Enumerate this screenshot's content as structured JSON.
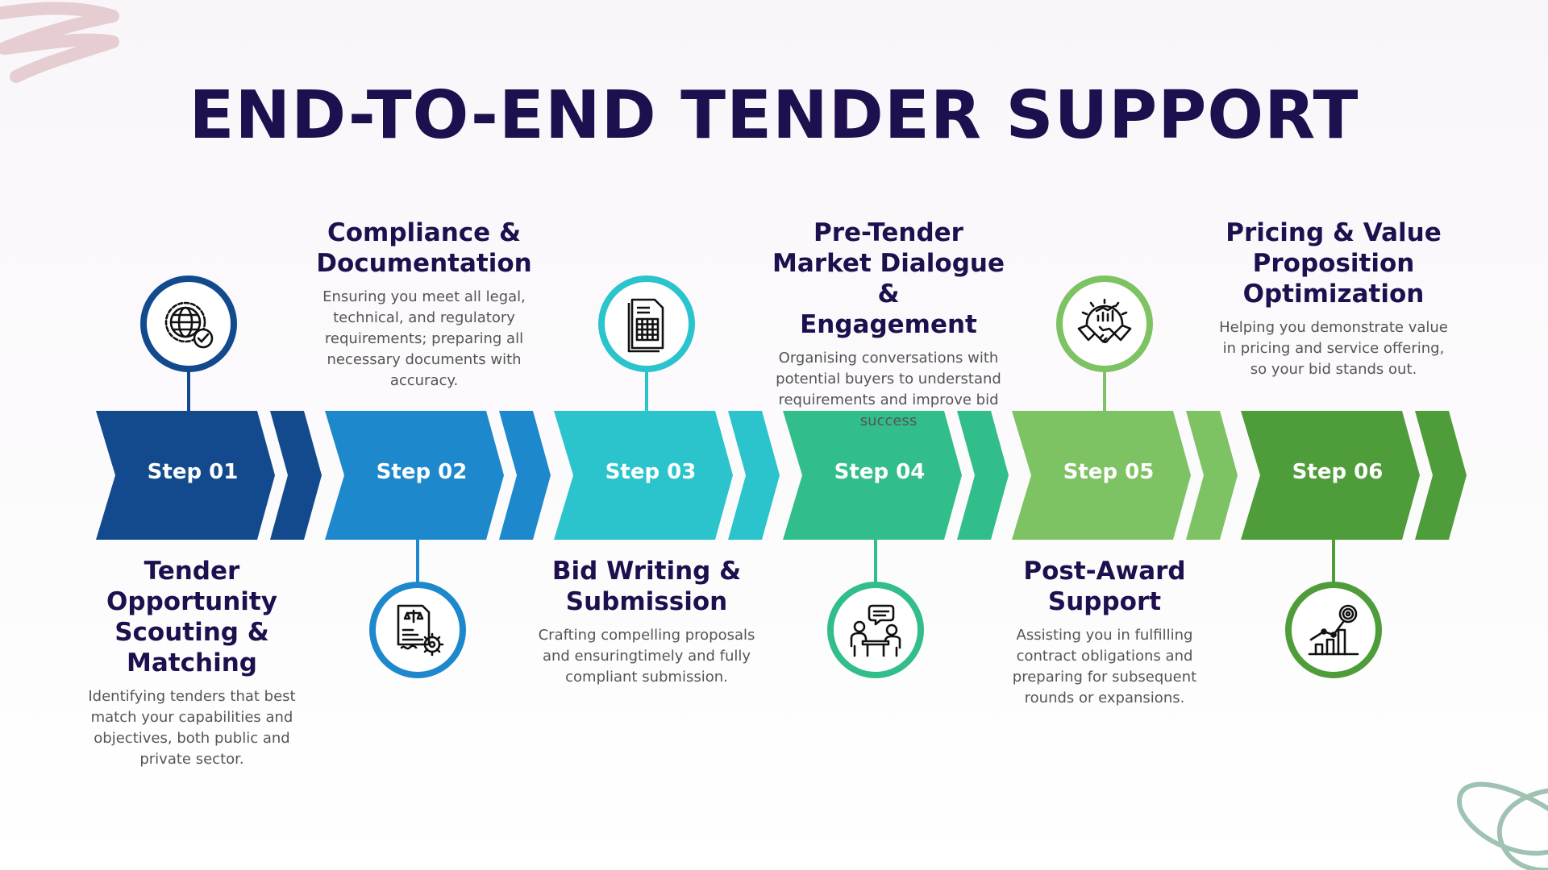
{
  "title": "END-TO-END TENDER SUPPORT",
  "colors": {
    "title": "#1e0f4e",
    "step1": "#134a8e",
    "step2": "#1e88cc",
    "step3": "#2bc4cc",
    "step4": "#32be8a",
    "step5": "#7dc263",
    "step6": "#4f9c3a"
  },
  "steps": [
    {
      "label": "Step 01",
      "heading_lines": [
        "Tender Opportunity",
        "Scouting & Matching"
      ],
      "description": "Identifying tenders that best match your capabilities and objectives, both public and private sector.",
      "icon": "globe-check-icon"
    },
    {
      "label": "Step 02",
      "heading_lines": [
        "Compliance &",
        "Documentation"
      ],
      "description": "Ensuring you meet all legal, technical, and regulatory requirements; preparing all necessary documents with accuracy.",
      "icon": "legal-document-gear-icon"
    },
    {
      "label": "Step 03",
      "heading_lines": [
        "Bid Writing &",
        "Submission"
      ],
      "description": "Crafting compelling proposals and ensuringtimely and fully compliant submission.",
      "icon": "document-table-icon"
    },
    {
      "label": "Step 04",
      "heading_lines": [
        "Pre-Tender",
        "Market Dialogue &",
        "Engagement"
      ],
      "description": "Organising conversations with potential buyers to understand requirements and improve bid success",
      "icon": "meeting-chat-icon"
    },
    {
      "label": "Step 05",
      "heading_lines": [
        "Post-Award",
        "Support"
      ],
      "description": "Assisting you in fulfilling contract obligations and preparing for subsequent rounds or expansions.",
      "icon": "handshake-gear-icon"
    },
    {
      "label": "Step 06",
      "heading_lines": [
        "Pricing & Value",
        "Proposition",
        "Optimization"
      ],
      "description": "Helping you demonstrate value in pricing and service offering, so your bid stands out.",
      "icon": "growth-target-icon"
    }
  ]
}
